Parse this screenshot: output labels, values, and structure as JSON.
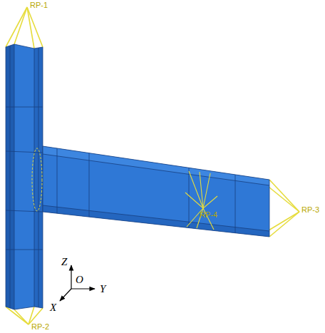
{
  "diagram": {
    "labels": [
      "RP-1",
      "RP-2",
      "RP-3",
      "RP-4",
      "Z",
      "O",
      "X",
      "Y"
    ]
  }
}
